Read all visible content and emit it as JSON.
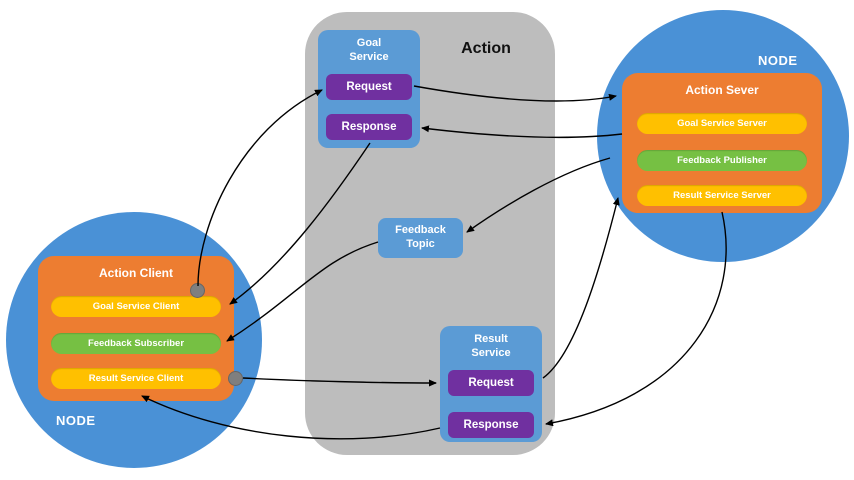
{
  "action_box": {
    "label": "Action"
  },
  "goal_service": {
    "title": "Goal Service",
    "request_label": "Request",
    "response_label": "Response"
  },
  "feedback_topic": {
    "title": "Feedback Topic"
  },
  "result_service": {
    "title": "Result Service",
    "request_label": "Request",
    "response_label": "Response"
  },
  "server_node": {
    "node_label": "NODE",
    "box_title": "Action Sever",
    "items": [
      {
        "label": "Goal Service Server",
        "color": "#FFC000"
      },
      {
        "label": "Feedback Publisher",
        "color": "#76C043"
      },
      {
        "label": "Result Service Server",
        "color": "#FFC000"
      }
    ]
  },
  "client_node": {
    "node_label": "NODE",
    "box_title": "Action Client",
    "items": [
      {
        "label": "Goal Service Client",
        "color": "#FFC000"
      },
      {
        "label": "Feedback Subscriber",
        "color": "#76C043"
      },
      {
        "label": "Result Service Client",
        "color": "#FFC000"
      }
    ]
  },
  "connections": [
    {
      "from": "action-client",
      "to": "goal-service-request"
    },
    {
      "from": "goal-service-request",
      "to": "action-server"
    },
    {
      "from": "action-server",
      "to": "goal-service-response"
    },
    {
      "from": "goal-service-response",
      "to": "goal-service-client"
    },
    {
      "from": "feedback-publisher",
      "to": "feedback-topic"
    },
    {
      "from": "feedback-topic",
      "to": "feedback-subscriber"
    },
    {
      "from": "action-client",
      "to": "result-service-request"
    },
    {
      "from": "result-service-request",
      "to": "action-server"
    },
    {
      "from": "result-service-server",
      "to": "result-service-response"
    },
    {
      "from": "result-service-response",
      "to": "result-service-client"
    }
  ],
  "colors": {
    "node_circle": "#4A91D6",
    "service_box": "#5B9BD5",
    "button": "#7030A0",
    "inner_box": "#ED7D31",
    "action_area": "#BDBDBD",
    "connector_dot": "#7F7F7F",
    "arrow": "#000000"
  }
}
